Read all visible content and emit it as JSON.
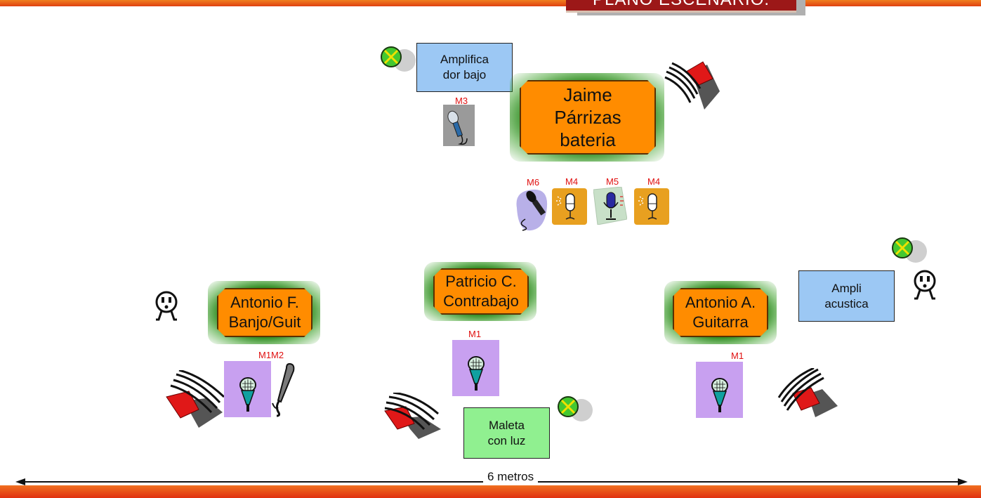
{
  "title": "PLANO ESCENARIO.",
  "musicians": {
    "jaime": [
      "Jaime",
      "Párrizas",
      "bateria"
    ],
    "patricio": [
      "Patricio C.",
      "Contrabajo"
    ],
    "antonio_f": [
      "Antonio F.",
      "Banjo/Guit"
    ],
    "antonio_a": [
      "Antonio A.",
      "Guitarra"
    ]
  },
  "amps": {
    "bajo": [
      "Amplifica",
      "dor bajo"
    ],
    "acustica": [
      "Ampli",
      "acustica"
    ],
    "maleta": [
      "Maleta",
      "con luz"
    ]
  },
  "mics": {
    "m1": "M1",
    "m2": "M2",
    "m3": "M3",
    "m4": "M4",
    "m5": "M5",
    "m6": "M6"
  },
  "scale": {
    "label": "6  metros"
  },
  "colors": {
    "musician_fill": "#ff8c00",
    "musician_glow": "#2e8b20",
    "amp_blue": "#9cc8f4",
    "amp_green": "#90f090",
    "mic_label": "#e01010",
    "title_bg": "#9c1818"
  }
}
